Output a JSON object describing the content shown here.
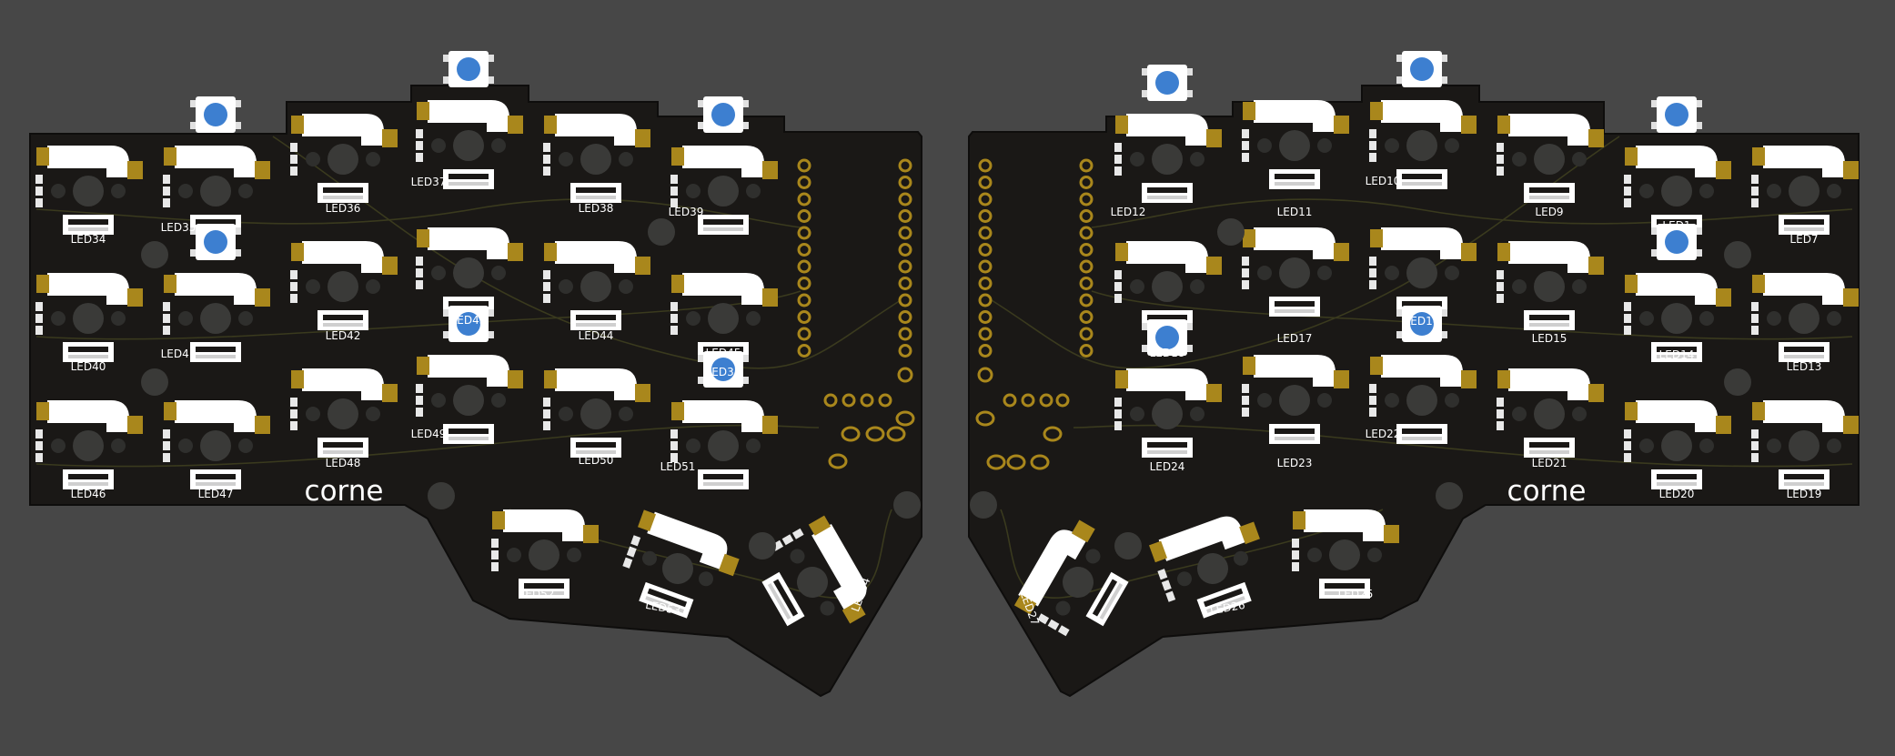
{
  "scene": {
    "background": "#474747",
    "pcb_color": "#1a1816",
    "pad_color": "#a9871c",
    "silk_color": "#ffffff",
    "led_color": "#3d7fd0",
    "trace_color": "#3a3a1e"
  },
  "left_half": {
    "brand": "corne",
    "labels": [
      "LED34",
      "LED35",
      "LED36",
      "LED37",
      "LED38",
      "LED39",
      "LED40",
      "LED41",
      "LED42",
      "LED43",
      "LED44",
      "LED45",
      "LED33",
      "LED46",
      "LED47",
      "LED48",
      "LED49",
      "LED50",
      "LED51",
      "LED52",
      "LED53",
      "LED54"
    ]
  },
  "right_half": {
    "brand": "corne",
    "labels": [
      "LED12",
      "LED11",
      "LED10",
      "LED9",
      "LED1",
      "LED7",
      "LED18",
      "LED17",
      "LED16",
      "LED15",
      "LED14",
      "LED13",
      "LED24",
      "LED23",
      "LED22",
      "LED21",
      "LED20",
      "LED19",
      "LED27",
      "LED26",
      "LED25"
    ]
  }
}
